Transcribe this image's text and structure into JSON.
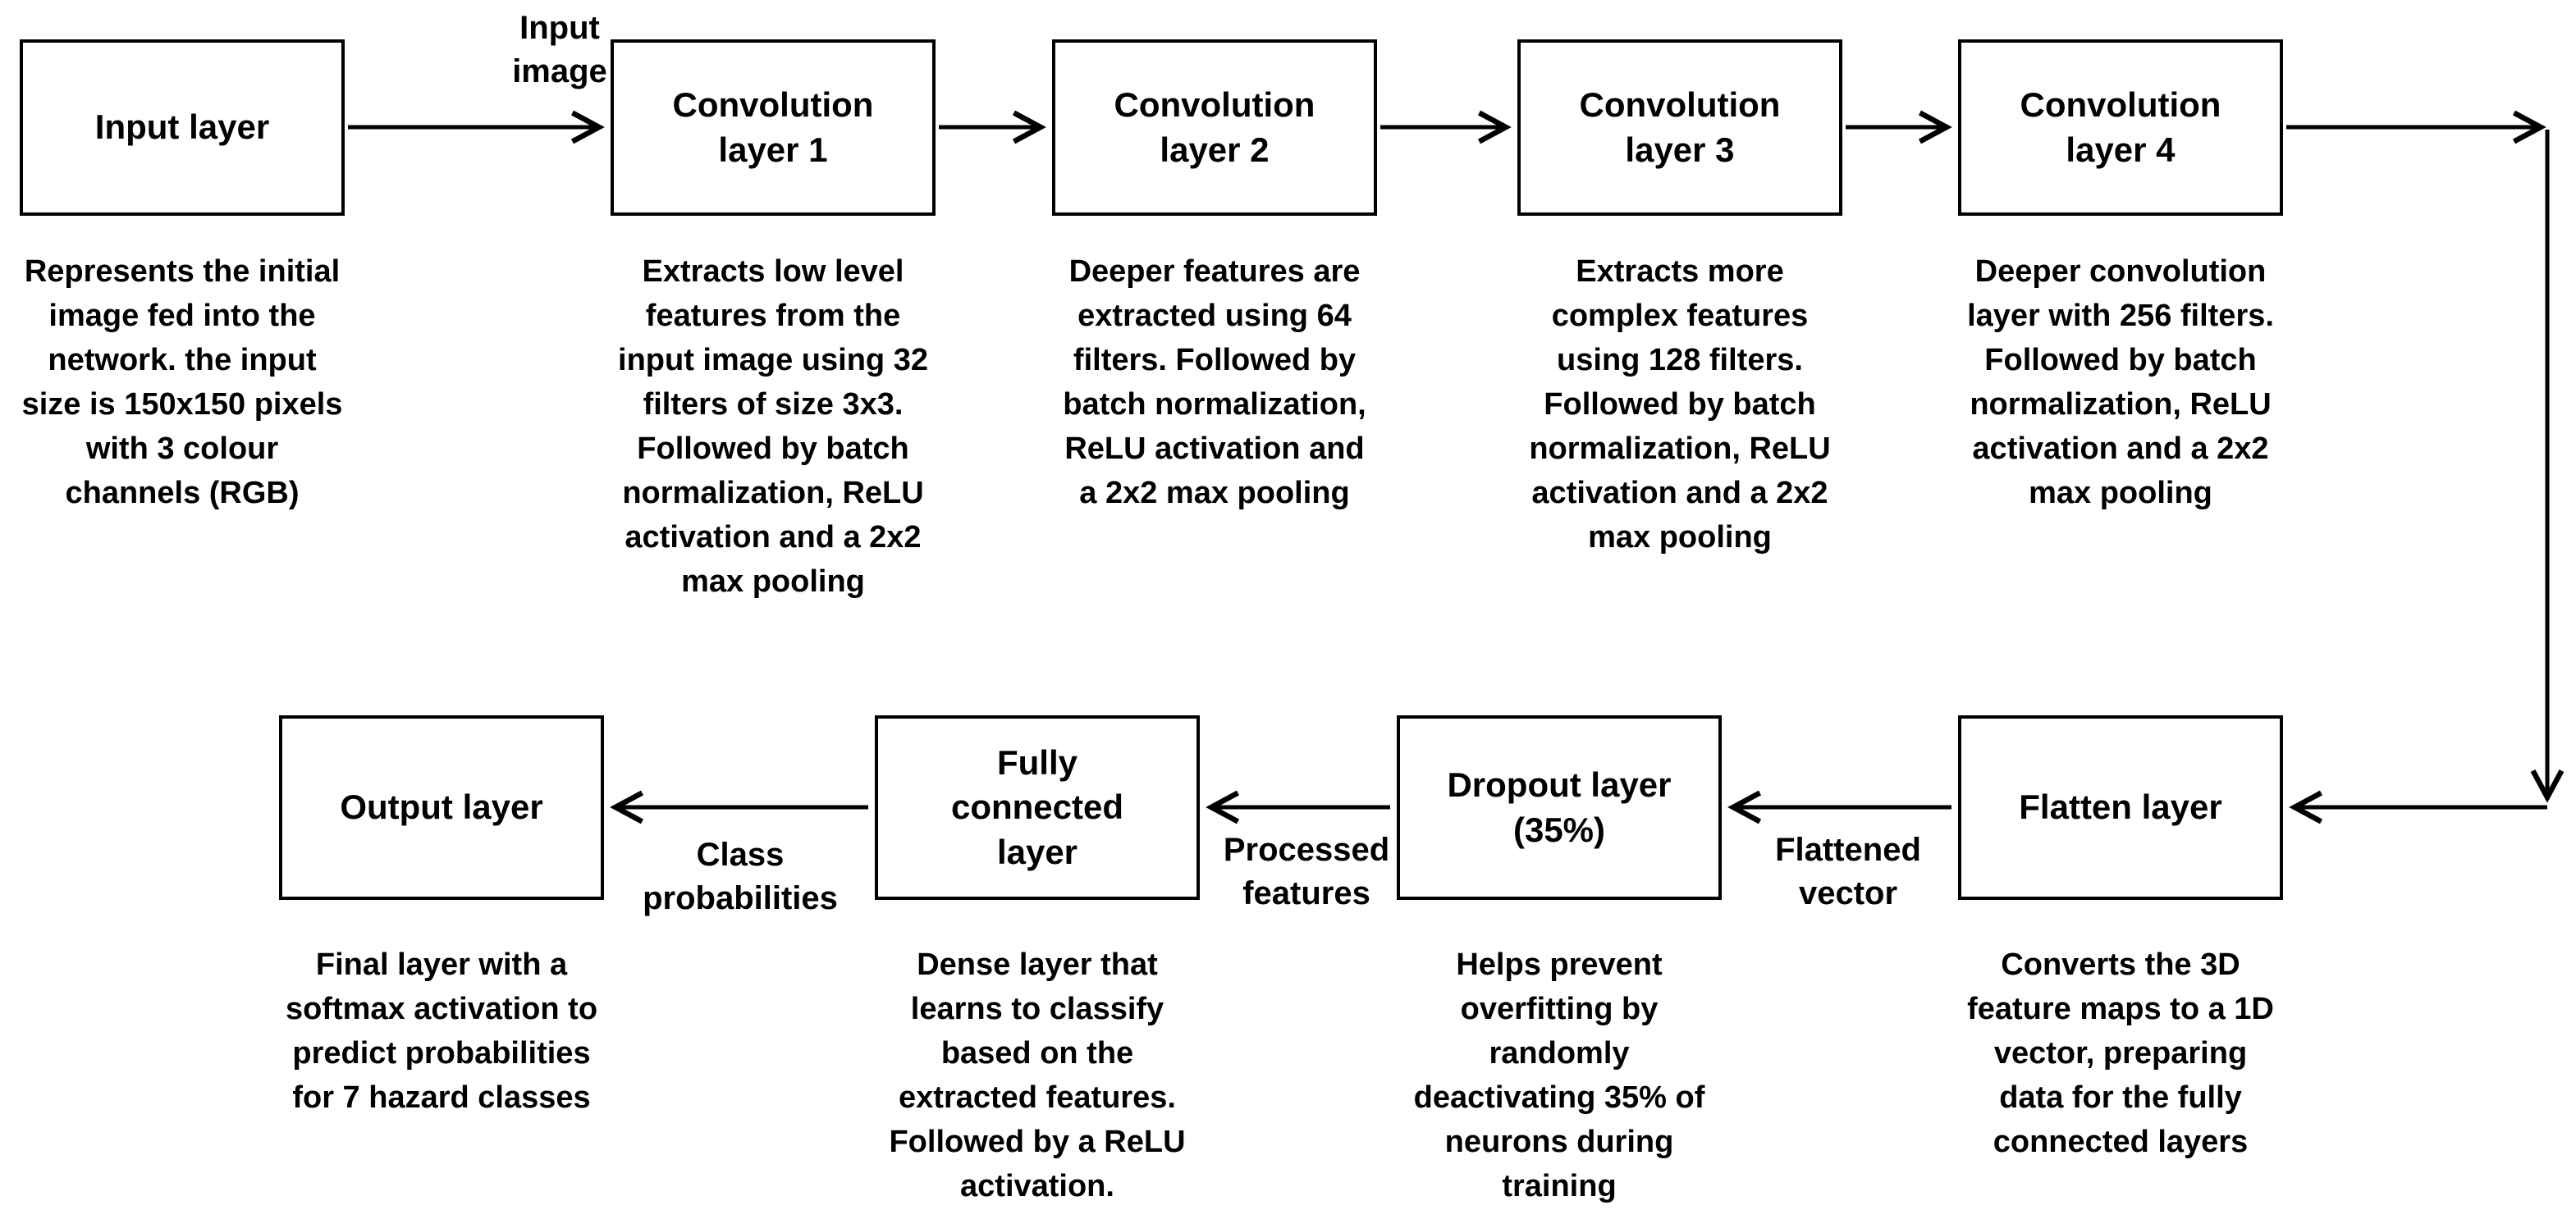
{
  "diagram": {
    "colors": {
      "line": "#000000",
      "box_border": "#000000",
      "background": "#ffffff",
      "text": "#000000"
    },
    "boxes": {
      "input": {
        "title": "Input layer",
        "description": "Represents the initial\nimage fed into the\nnetwork. the input\nsize is 150x150 pixels\nwith 3 colour\nchannels (RGB)"
      },
      "conv1": {
        "title": "Convolution\nlayer 1",
        "description": "Extracts low level\nfeatures from the\ninput image using 32\nfilters of size 3x3.\nFollowed by batch\nnormalization, ReLU\nactivation and a 2x2\nmax pooling"
      },
      "conv2": {
        "title": "Convolution\nlayer 2",
        "description": "Deeper features are\nextracted using 64\nfilters. Followed by\nbatch normalization,\nReLU activation and\na 2x2 max pooling"
      },
      "conv3": {
        "title": "Convolution\nlayer 3",
        "description": "Extracts more\ncomplex features\nusing 128 filters.\nFollowed by batch\nnormalization, ReLU\nactivation and a 2x2\nmax pooling"
      },
      "conv4": {
        "title": "Convolution\nlayer 4",
        "description": "Deeper convolution\nlayer with 256 filters.\nFollowed by batch\nnormalization, ReLU\nactivation and a 2x2\nmax pooling"
      },
      "output": {
        "title": "Output layer",
        "description": "Final layer with a\nsoftmax activation to\npredict probabilities\nfor 7 hazard classes"
      },
      "fully_connected": {
        "title": "Fully\nconnected\nlayer",
        "description": "Dense layer that\nlearns to classify\nbased on the\nextracted features.\nFollowed by a ReLU\nactivation."
      },
      "dropout": {
        "title": "Dropout layer\n(35%)",
        "description": "Helps prevent\noverfitting by\nrandomly\ndeactivating 35% of\nneurons during\ntraining"
      },
      "flatten": {
        "title": "Flatten layer",
        "description": "Converts the 3D\nfeature maps to a 1D\nvector, preparing\ndata for the fully\nconnected layers"
      }
    },
    "labels": {
      "input_image": "Input\nimage",
      "class_probabilities": "Class\nprobabilities",
      "processed_features": "Processed\nfeatures",
      "flattened_vector": "Flattened\nvector"
    }
  }
}
